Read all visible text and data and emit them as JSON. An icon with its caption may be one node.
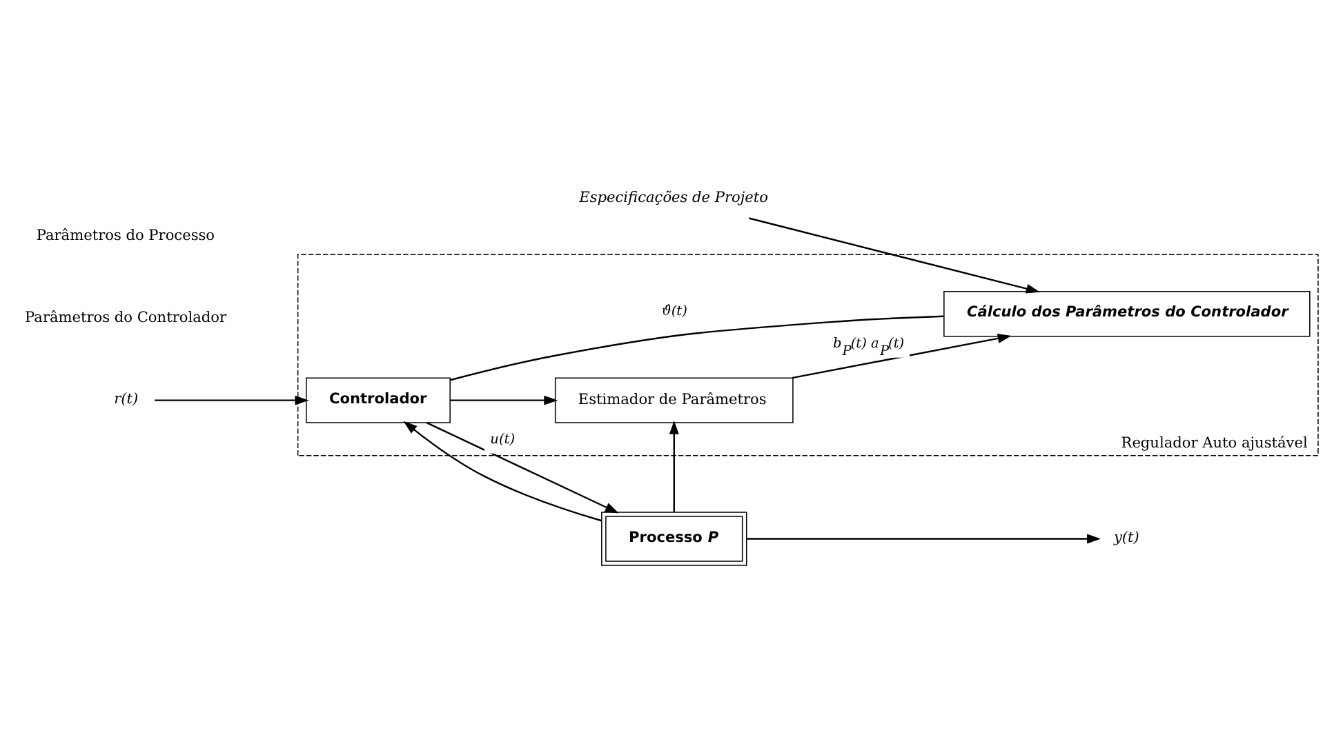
{
  "diagram": {
    "nodes": [
      {
        "text": [
          "Regulador Auto ajustável"
        ]
      },
      {
        "text": [
          "Controlador"
        ],
        "in": 0
      },
      {
        "text": [
          "Processo *P*"
        ]
      },
      {
        "text": [
          "Estimador de Parâmetros"
        ],
        "in": 0
      },
      {
        "text": [
          "Cálculo dos Parâmetros do Controlador"
        ],
        "in": 0
      },
      {
        "text": [
          "r(t)"
        ]
      },
      {
        "text": [
          "y(t)"
        ]
      },
      {
        "text": [
          "Especificações de Projeto"
        ]
      }
    ],
    "edges": [
      {
        "from": 5,
        "to": 1,
        "arrow": "to"
      },
      {
        "from": 1,
        "to": 2,
        "arrow": "to",
        "label": "u(t)"
      },
      {
        "from": 2,
        "to": 6,
        "arrow": "to"
      },
      {
        "from": 2,
        "to": 1,
        "arrow": "to"
      },
      {
        "from": 1,
        "to": 3,
        "arrow": "to"
      },
      {
        "from": 2,
        "to": 3,
        "arrow": "to"
      },
      {
        "from": 4,
        "to": 1,
        "arrow": "none",
        "label": "ϑ̂(t)"
      },
      {
        "from": 3,
        "to": 4,
        "arrow": "to",
        "label": "b$_{P}$(t) a$_{P}$(t)"
      },
      {
        "from": 7,
        "to": 4,
        "arrow": "to"
      }
    ],
    "labels": [
      "Parâmetros do Controlador",
      "Parâmetros do Processo"
    ]
  }
}
